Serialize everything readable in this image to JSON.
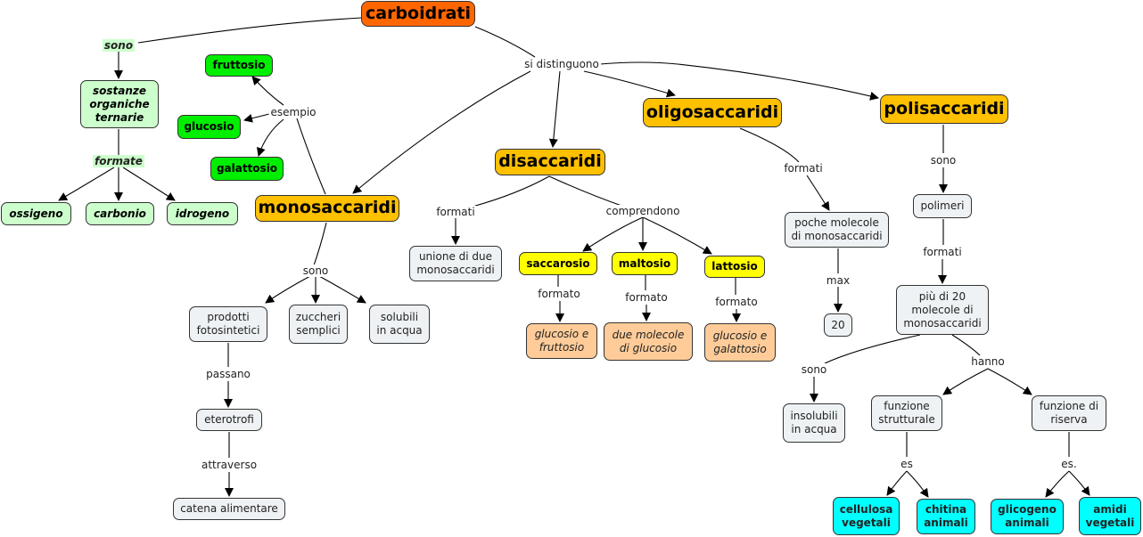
{
  "diagram": {
    "title": "carboidrati",
    "colors": {
      "root": "#ff6600",
      "category": "#ffc000",
      "light_green": "#ccffcc",
      "green": "#00ee00",
      "grey": "#eef2f4",
      "yellow": "#ffff00",
      "peach": "#ffcc99",
      "cyan": "#00ffff"
    },
    "nodes": {
      "carboidrati": "carboidrati",
      "sostanze": "sostanze\norganiche\nternarie",
      "ossigeno": "ossigeno",
      "carbonio": "carbonio",
      "idrogeno": "idrogeno",
      "fruttosio": "fruttosio",
      "glucosio": "glucosio",
      "galattosio": "galattosio",
      "monosaccaridi": "monosaccaridi",
      "disaccaridi": "disaccaridi",
      "oligosaccaridi": "oligosaccaridi",
      "polisaccaridi": "polisaccaridi",
      "prodotti": "prodotti\nfotosintetici",
      "zuccheri": "zuccheri\nsemplici",
      "solubili": "solubili\nin acqua",
      "eterotrofi": "eterotrofi",
      "catena": "catena alimentare",
      "unione": "unione di due\nmonosaccaridi",
      "saccarosio": "saccarosio",
      "maltosio": "maltosio",
      "lattosio": "lattosio",
      "gluc_frut": "glucosio e\nfruttosio",
      "due_mol": "due molecole\ndi glucosio",
      "gluc_gal": "glucosio e\ngalattosio",
      "poche": "poche molecole\ndi monosaccaridi",
      "venti": "20",
      "polimeri": "polimeri",
      "piu_di_20": "più di 20\nmolecole di\nmonosaccaridi",
      "insolubili": "insolubili\nin acqua",
      "strutturale": "funzione\nstrutturale",
      "riserva": "funzione di\nriserva",
      "cellulosa": "cellulosa\nvegetali",
      "chitina": "chitina\nanimali",
      "glicogeno": "glicogeno\nanimali",
      "amidi": "amidi\nvegetali"
    },
    "links": {
      "sono_top": "sono",
      "formate": "formate",
      "esempio": "esempio",
      "si_distinguono": "si distinguono",
      "sono_mono": "sono",
      "passano": "passano",
      "attraverso": "attraverso",
      "formati_di": "formati",
      "comprendono": "comprendono",
      "formato_sacc": "formato",
      "formato_malt": "formato",
      "formato_latt": "formato",
      "formati_oligo": "formati",
      "max": "max",
      "sono_poli": "sono",
      "formati_poli": "formati",
      "sono_ins": "sono",
      "hanno": "hanno",
      "es_str": "es",
      "es_ris": "es."
    }
  }
}
